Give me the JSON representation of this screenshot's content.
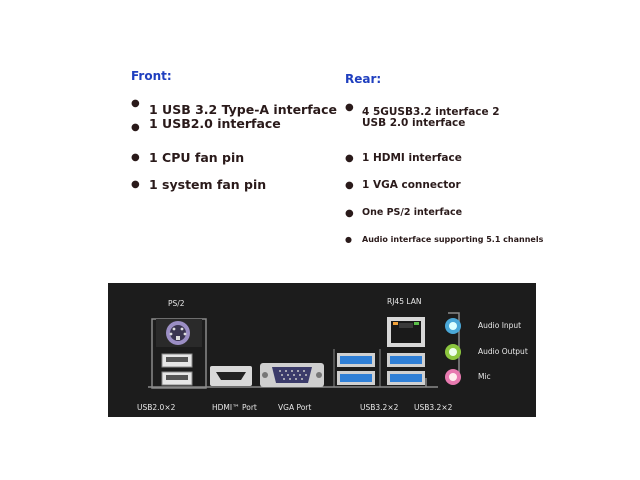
{
  "front": {
    "heading": "Front:",
    "items": [
      {
        "line1": "1 USB 3.2 Type-A interface",
        "line2": "1 USB2.0 interface"
      },
      {
        "line1": "1 CPU fan pin"
      },
      {
        "line1": "1 system fan pin"
      }
    ]
  },
  "rear": {
    "heading": "Rear:",
    "items": [
      {
        "line1": "4 5GUSB3.2 interface 2",
        "line2": "USB 2.0 interface"
      },
      {
        "line1": "1 HDMI interface"
      },
      {
        "line1": "1 VGA connector"
      },
      {
        "line1": "One PS/2 interface"
      },
      {
        "line1": "Audio interface supporting 5.1 channels"
      }
    ]
  },
  "panel": {
    "labels": {
      "ps2": "PS/2",
      "rj45": "RJ45 LAN",
      "usb20": "USB2.0×2",
      "hdmi": "HDMI™ Port",
      "vga": "VGA Port",
      "usb32a": "USB3.2×2",
      "usb32b": "USB3.2×2",
      "audio_input": "Audio Input",
      "audio_output": "Audio Output",
      "mic": "Mic"
    },
    "colors": {
      "background": "#1c1c1c",
      "usb3_blue": "#2f7fd6",
      "audio_input": "#4aa8d8",
      "audio_output": "#8cc63f",
      "mic": "#e87ab0",
      "ps2_purple": "#9b8ec4"
    }
  }
}
